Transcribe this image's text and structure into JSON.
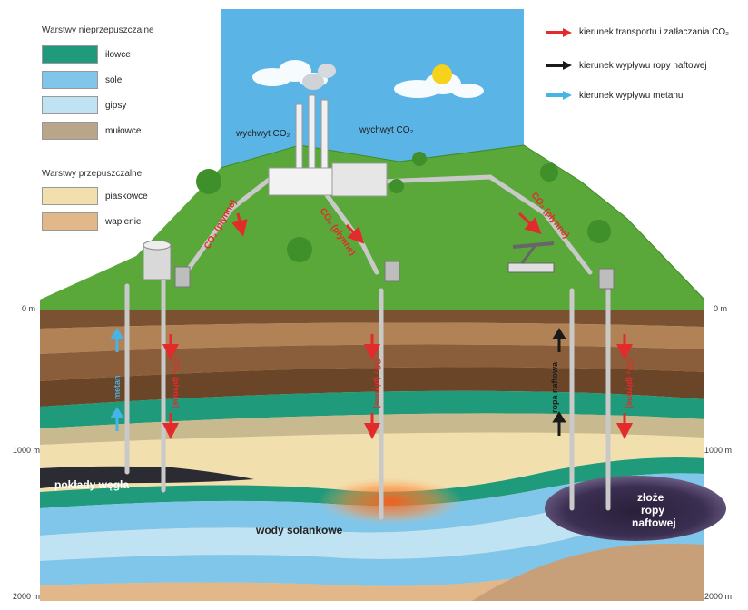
{
  "legend": {
    "impermeable_title": "Warstwy nieprzepuszczalne",
    "impermeable": [
      {
        "label": "iłowce",
        "color": "#1f9a7a"
      },
      {
        "label": "sole",
        "color": "#7fc6ea"
      },
      {
        "label": "gipsy",
        "color": "#bfe3f3"
      },
      {
        "label": "mułowce",
        "color": "#b9a58a"
      }
    ],
    "permeable_title": "Warstwy przepuszczalne",
    "permeable": [
      {
        "label": "piaskowce",
        "color": "#f1dfae"
      },
      {
        "label": "wapienie",
        "color": "#e2b88a"
      }
    ]
  },
  "arrow_key": [
    {
      "label": "kierunek  transportu i zatłaczania CO₂",
      "color": "#e32b2b"
    },
    {
      "label": "kierunek  wypływu ropy naftowej",
      "color": "#1a1a1a"
    },
    {
      "label": "kierunek  wypływu metanu",
      "color": "#46b4e6"
    }
  ],
  "depth": {
    "surface": "0 m",
    "mid": "1000 m",
    "bottom": "2000 m"
  },
  "labels": {
    "capture_left": "wychwyt CO₂",
    "capture_right": "wychwyt CO₂",
    "co2_liquid": "CO₂ (płynne)",
    "metan": "metan",
    "ropa_naftowa": "ropa naftowa",
    "coal_seams": "pokłady węgla",
    "saline_waters": "wody solankowe",
    "oil_deposit_1": "złoże",
    "oil_deposit_2": "ropy",
    "oil_deposit_3": "naftowej"
  },
  "colors": {
    "sky": "#5bb4e6",
    "hill": "#5aa83a",
    "co2_arrow": "#e32b2b",
    "oil_arrow": "#1a1a1a",
    "methane_arrow": "#46b4e6"
  }
}
